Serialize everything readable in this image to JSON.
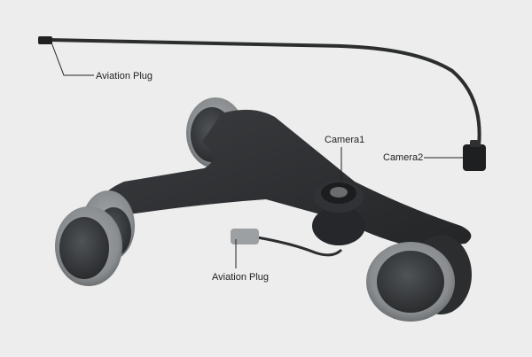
{
  "labels": {
    "aviation_plug_top": "Aviation Plug",
    "camera1": "Camera1",
    "camera2": "Camera2",
    "aviation_plug_bottom": "Aviation Plug"
  },
  "colors": {
    "background": "#ecedec",
    "chassis": "#2b2d2f",
    "wheel_tire": "#8a8d90",
    "wheel_hub": "#3a3c3e",
    "leader_line": "#222222"
  }
}
